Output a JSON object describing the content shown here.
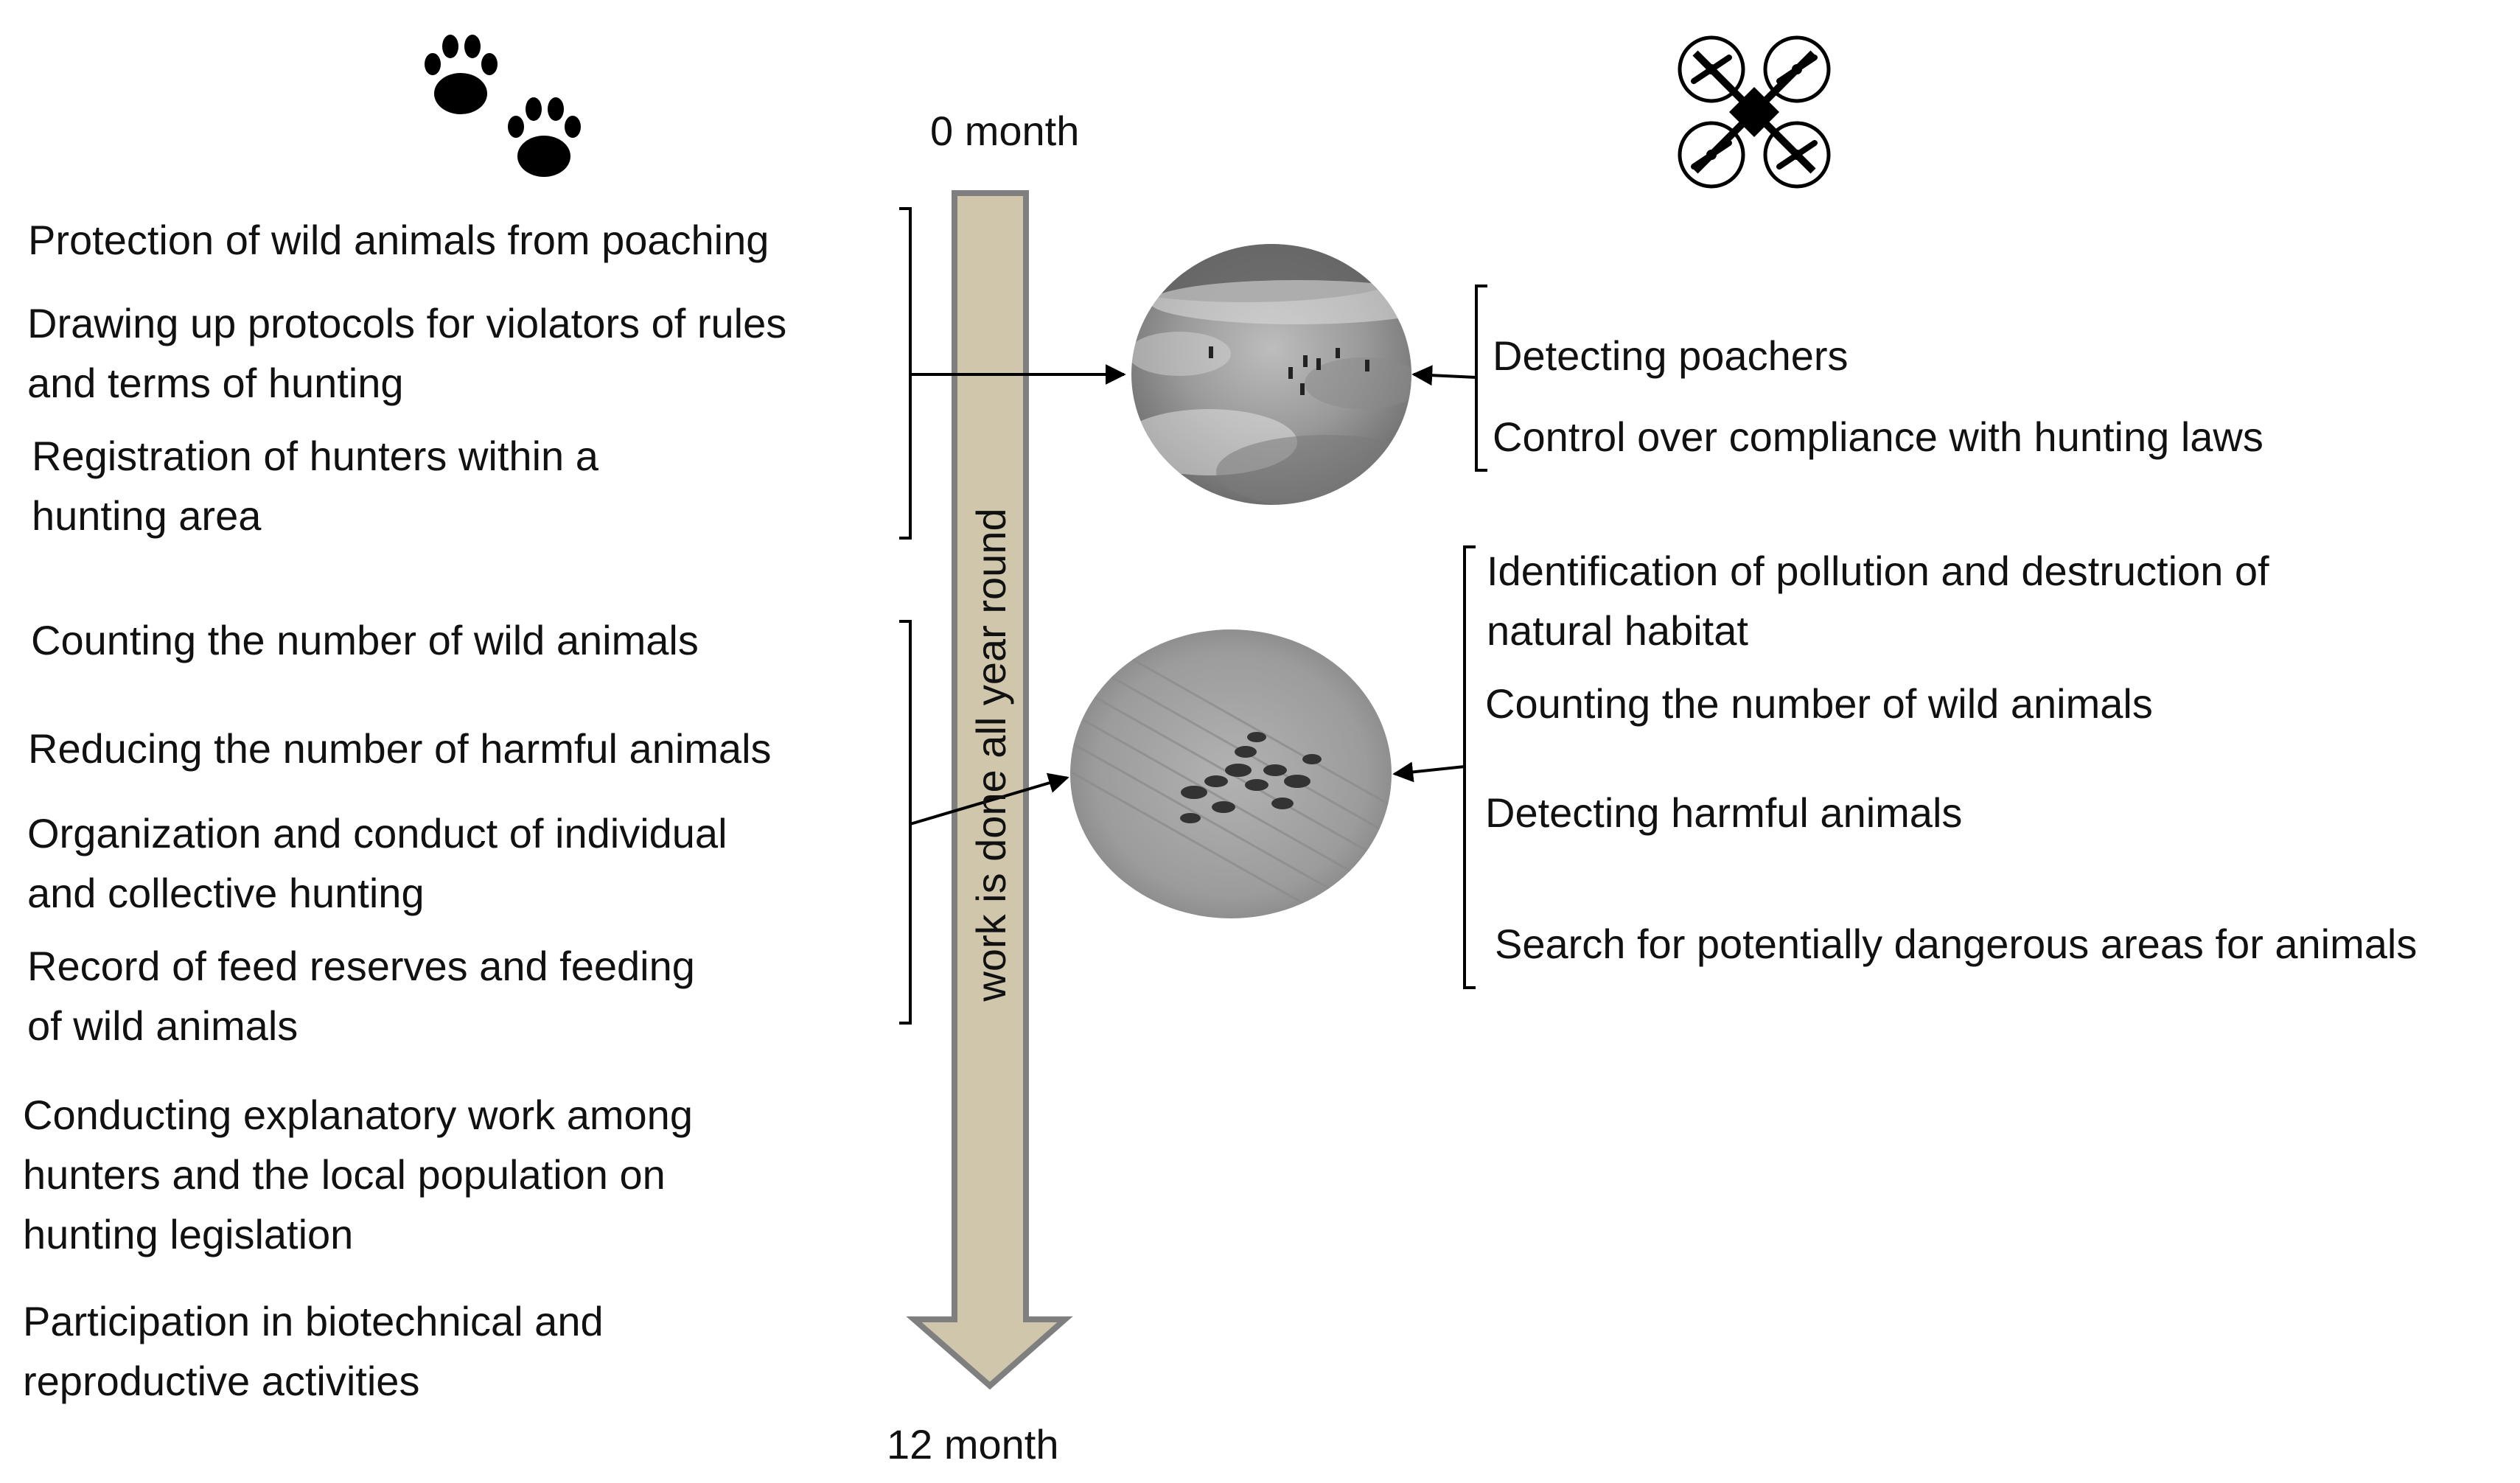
{
  "timeline": {
    "start_label": "0 month",
    "end_label": "12 month",
    "arrow_label": "work is done all year round"
  },
  "icons": {
    "left": "paw-prints-icon",
    "right": "drone-icon"
  },
  "left_group_1": [
    "Protection of wild animals from poaching",
    "Drawing up protocols for violators of rules\nand terms of hunting",
    "Registration of hunters within a\nhunting area"
  ],
  "left_group_2": [
    "Counting the number of wild animals",
    "Reducing the number of harmful animals",
    "Organization and conduct of individual\nand collective hunting",
    "Record of feed reserves and feeding\nof wild animals"
  ],
  "left_other": [
    "Conducting explanatory work among\nhunters and the local population on\nhunting legislation",
    "Participation in biotechnical and\nreproductive activities"
  ],
  "right_group_1": [
    "Detecting poachers",
    "Control over compliance with hunting laws"
  ],
  "right_group_2": [
    "Identification of pollution and destruction of\nnatural habitat",
    "Counting the number of wild animals",
    "Detecting harmful animals",
    "Search for potentially dangerous areas for animals"
  ],
  "colors": {
    "arrow_fill": "#cfc6ac",
    "arrow_stroke": "#7f7f7f",
    "text": "#111111"
  }
}
